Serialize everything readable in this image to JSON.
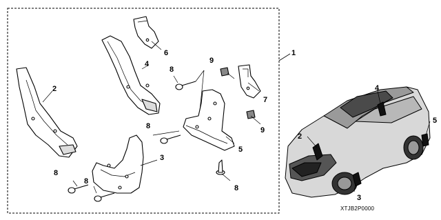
{
  "diagram": {
    "kit_callout": "1",
    "parts": [
      {
        "callout": "2"
      },
      {
        "callout": "3"
      },
      {
        "callout": "4"
      },
      {
        "callout": "5"
      },
      {
        "callout": "6"
      },
      {
        "callout": "7"
      },
      {
        "callout": "8"
      },
      {
        "callout": "9"
      }
    ],
    "vehicle_callouts": [
      "2",
      "3",
      "4",
      "5"
    ],
    "figure_code": "XTJB2P0000"
  }
}
